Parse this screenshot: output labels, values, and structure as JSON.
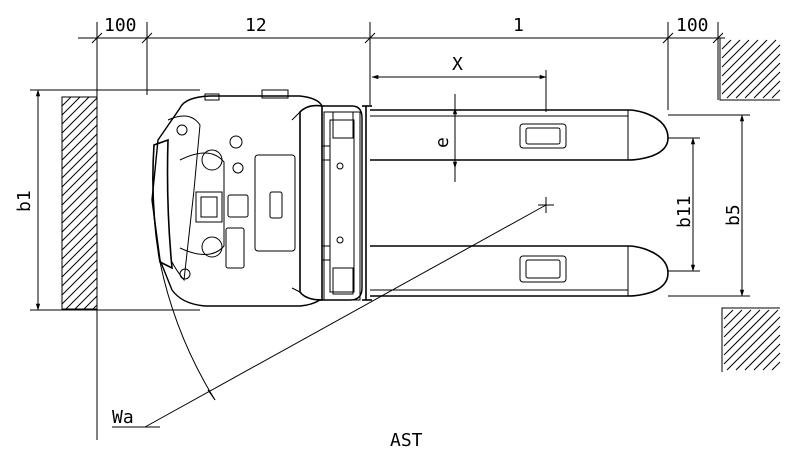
{
  "diagram": {
    "dimensions": {
      "left_clearance": "100",
      "rear_section": "12",
      "fork_length": "1",
      "right_clearance": "100",
      "load_center": "X",
      "eccentric": "e",
      "overall_width": "b1",
      "fork_inner_width": "b11",
      "fork_outer_width": "b5",
      "turning_radius": "Wa",
      "aisle_width": "AST"
    },
    "colors": {
      "ink": "#000000",
      "background": "#ffffff"
    }
  }
}
